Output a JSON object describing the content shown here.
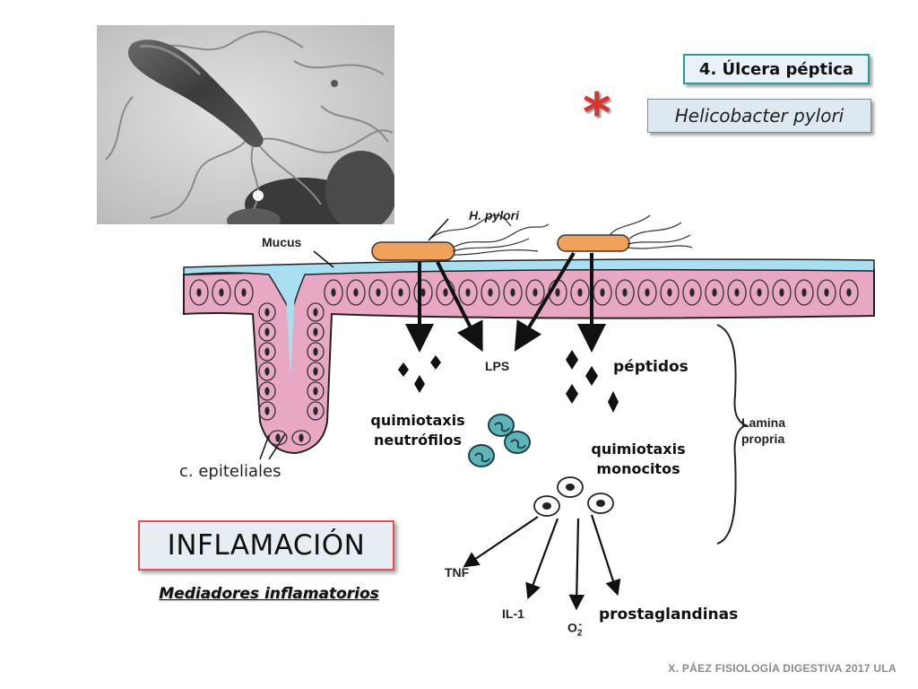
{
  "slide": {
    "title": "4. Úlcera péptica",
    "organism": "Helicobacter pylori",
    "asterisk": "*",
    "photo": {
      "label": "electron-micrograph"
    }
  },
  "diagram": {
    "organism_label": "H. pylori",
    "mucus_label": "Mucus",
    "lps_label": "LPS",
    "peptidos_label": "péptidos",
    "quim_neutro_line1": "quimiotaxis",
    "quim_neutro_line2": "neutrófilos",
    "quim_mono_line1": "quimiotaxis",
    "quim_mono_line2": "monocitos",
    "lamina_line1": "Lamina",
    "lamina_line2": "propria",
    "epitelio_label": "c. epiteliales",
    "tnf_label": "TNF",
    "il1_label": "IL-1",
    "o2_label": "O",
    "o2_sub": "2",
    "o2_sup": "-",
    "prostaglandinas_label": "prostaglandinas"
  },
  "inflammation": {
    "heading": "INFLAMACIÓN",
    "subheading": "Mediadores inflamatorios"
  },
  "footer": "X. PÁEZ   FISIOLOGÍA DIGESTIVA 2017 ULA",
  "colors": {
    "mucosa_fill": "#e8a7c2",
    "mucus_fill": "#a9dff0",
    "bacteria_fill": "#f0a25c",
    "neutrophil_fill": "#5fb5b5",
    "title_border": "#2a9a9a",
    "inflam_border": "#d9535a",
    "asterisk": "#d8342f"
  }
}
